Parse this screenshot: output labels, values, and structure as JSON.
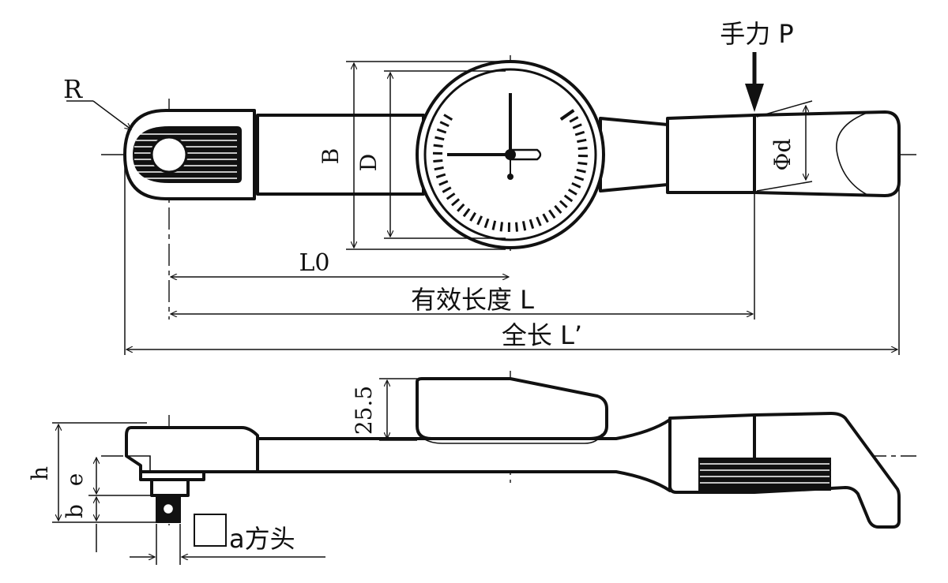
{
  "labels": {
    "radius": "R",
    "force": "手力 P",
    "dim_B": "B",
    "dim_D": "D",
    "dim_d": "Φd",
    "dim_L0": "L0",
    "effective_length": "有效长度 L",
    "overall_length": "全长 L’",
    "dim_height": "25.5",
    "dim_h": "h",
    "dim_e": "e",
    "dim_b": "b",
    "square_drive": "a方头"
  },
  "colors": {
    "line": "#111111",
    "background": "#ffffff"
  }
}
